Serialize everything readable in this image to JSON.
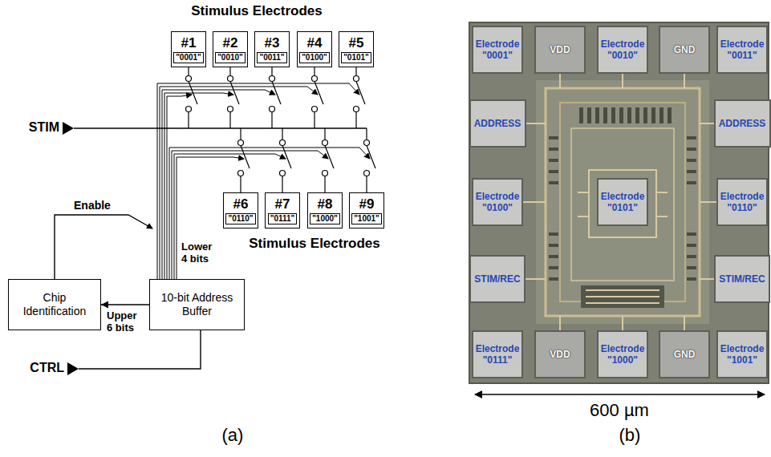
{
  "diagram": {
    "nodes": [
      {
        "text": [
          "#1",
          "\"0001\""
        ]
      },
      {
        "text": [
          "#2",
          "\"0010\""
        ]
      },
      {
        "text": [
          "#3",
          "\"0011\""
        ]
      },
      {
        "text": [
          "#4",
          "\"0100\""
        ]
      },
      {
        "text": [
          "#5",
          "\"0101\""
        ]
      },
      {
        "text": [
          "#6",
          "\"0110\""
        ]
      },
      {
        "text": [
          "#7",
          "\"0111\""
        ]
      },
      {
        "text": [
          "#8",
          "\"1000\""
        ]
      },
      {
        "text": [
          "#9",
          "\"1001\""
        ]
      },
      {
        "text": [
          "Chip Identification"
        ]
      },
      {
        "text": [
          "10-bit Address Buffer"
        ]
      },
      {
        "text": [
          "Electrode \"0001\""
        ]
      },
      {
        "text": [
          "VDD"
        ]
      },
      {
        "text": [
          "Electrode \"0010\""
        ]
      },
      {
        "text": [
          "GND"
        ]
      },
      {
        "text": [
          "Electrode \"0011\""
        ]
      },
      {
        "text": [
          "ADDRESS"
        ]
      },
      {
        "text": [
          "ADDRESS"
        ]
      },
      {
        "text": [
          "Electrode \"0100\""
        ]
      },
      {
        "text": [
          "Electrode \"0101\""
        ]
      },
      {
        "text": [
          "Electrode \"0110\""
        ]
      },
      {
        "text": [
          "STIM/REC"
        ]
      },
      {
        "text": [
          "STIM/REC"
        ]
      },
      {
        "text": [
          "Electrode \"0111\""
        ]
      },
      {
        "text": [
          "VDD"
        ]
      },
      {
        "text": [
          "Electrode \"1000\""
        ]
      },
      {
        "text": [
          "GND"
        ]
      },
      {
        "text": [
          "Electrode \"1001\""
        ]
      }
    ],
    "edges": [
      {
        "from": 10,
        "to": 9,
        "arrow": "to",
        "label": "Upper 6 bits"
      }
    ],
    "labels": [
      "Stimulus Electrodes",
      "STIM",
      "Enable",
      "Stimulus Electrodes",
      "Lower 4 bits",
      "CTRL",
      "(a)",
      "600 µm",
      "(b)"
    ]
  }
}
